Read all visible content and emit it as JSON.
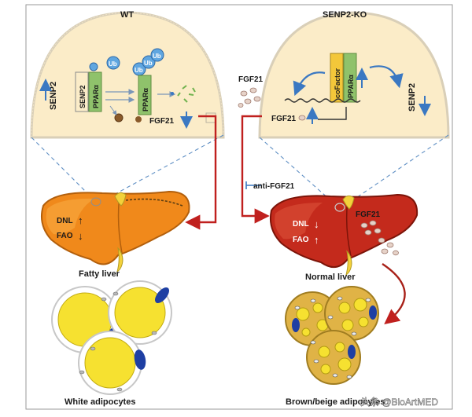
{
  "panels": {
    "wt_title": "WT",
    "ko_title": "SENP2-KO"
  },
  "wt_cell": {
    "senp2": "SENP2",
    "senp2_small": "SENP2",
    "pparg": "PPARα",
    "pparg2": "PPARα",
    "ub": "Ub",
    "fgf21": "FGF21"
  },
  "ko_cell": {
    "fgf21_outside": "FGF21",
    "fgf21_inside": "FGF21",
    "cofactor": "coFactor",
    "pparg": "PPARα",
    "senp2": "SENP2"
  },
  "middle": {
    "anti_fgf21": "anti-FGF21"
  },
  "wt_liver": {
    "dnl": "DNL",
    "fao": "FAO",
    "caption": "Fatty liver"
  },
  "ko_liver": {
    "dnl": "DNL",
    "fao": "FAO",
    "fgf21": "FGF21",
    "caption": "Normal liver"
  },
  "adipocytes": {
    "white_caption": "White adipocytes",
    "brown_caption": "Brown/beige adipocytes"
  },
  "watermark": {
    "text": "头条 @BioArtMED"
  },
  "colors": {
    "cell_fill": "#fbecc8",
    "cell_border": "#d9cfb8",
    "red_arrow": "#c0201e",
    "blue_arrow": "#3a78c2",
    "fatty_liver": "#f0891b",
    "normal_liver": "#c42a1c",
    "pparg_green": "#8fc26b",
    "cofactor_yellow": "#f3c73a",
    "fat_yellow": "#f6e130",
    "nucleus_blue": "#1e3fa3",
    "brown_fill": "#e0b346"
  }
}
